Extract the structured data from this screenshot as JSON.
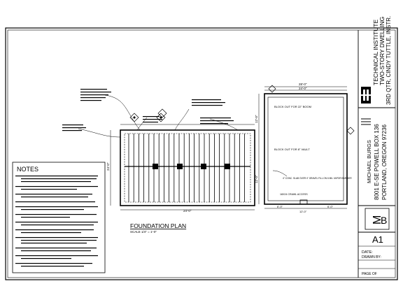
{
  "title_block": {
    "school": "TECHNICAL INSTITUTE",
    "project": "TWO-STORY DWELLING",
    "course": "3RD QTR, CINDY TUTTLE, INSTR.",
    "student_name": "MICHAEL BURGS",
    "address_1": "8001 E-SE POWELL BOX 136",
    "address_2": "PORTLAND, OREGON 97236",
    "sheet_no": "A1",
    "date_label": "DATE:",
    "drawn_label": "DRAWN BY:",
    "page_label": "PAGE   OF"
  },
  "drawing": {
    "title": "FOUNDATION PLAN",
    "scale": "SCALE 1/4\" = 1'-0\""
  },
  "notes": {
    "heading": "NOTES"
  },
  "callouts": {
    "slab_cut_1": "BLOCK OUT FOR 22\" BOOM",
    "slab_cut_2": "BLOCK OUT FOR 8\" VAULT",
    "slab_note": "4\" CONC. SLAB OVER 4\" GRAVEL FILL ON 6 MIL VAPOR BARRIER",
    "access": "18X24 CRAWL ACCESS"
  },
  "dimensions": {
    "overall_width": "24'-0\"",
    "left_depth": "24'-0\"",
    "bottom_1": "6'-0\"",
    "bottom_2": "12'-0\"",
    "bottom_3": "6'-0\"",
    "right_top": "28'-0\"",
    "right_inner": "24'-0\"",
    "side_a": "12'-0\"",
    "side_b": "12'-0\""
  }
}
